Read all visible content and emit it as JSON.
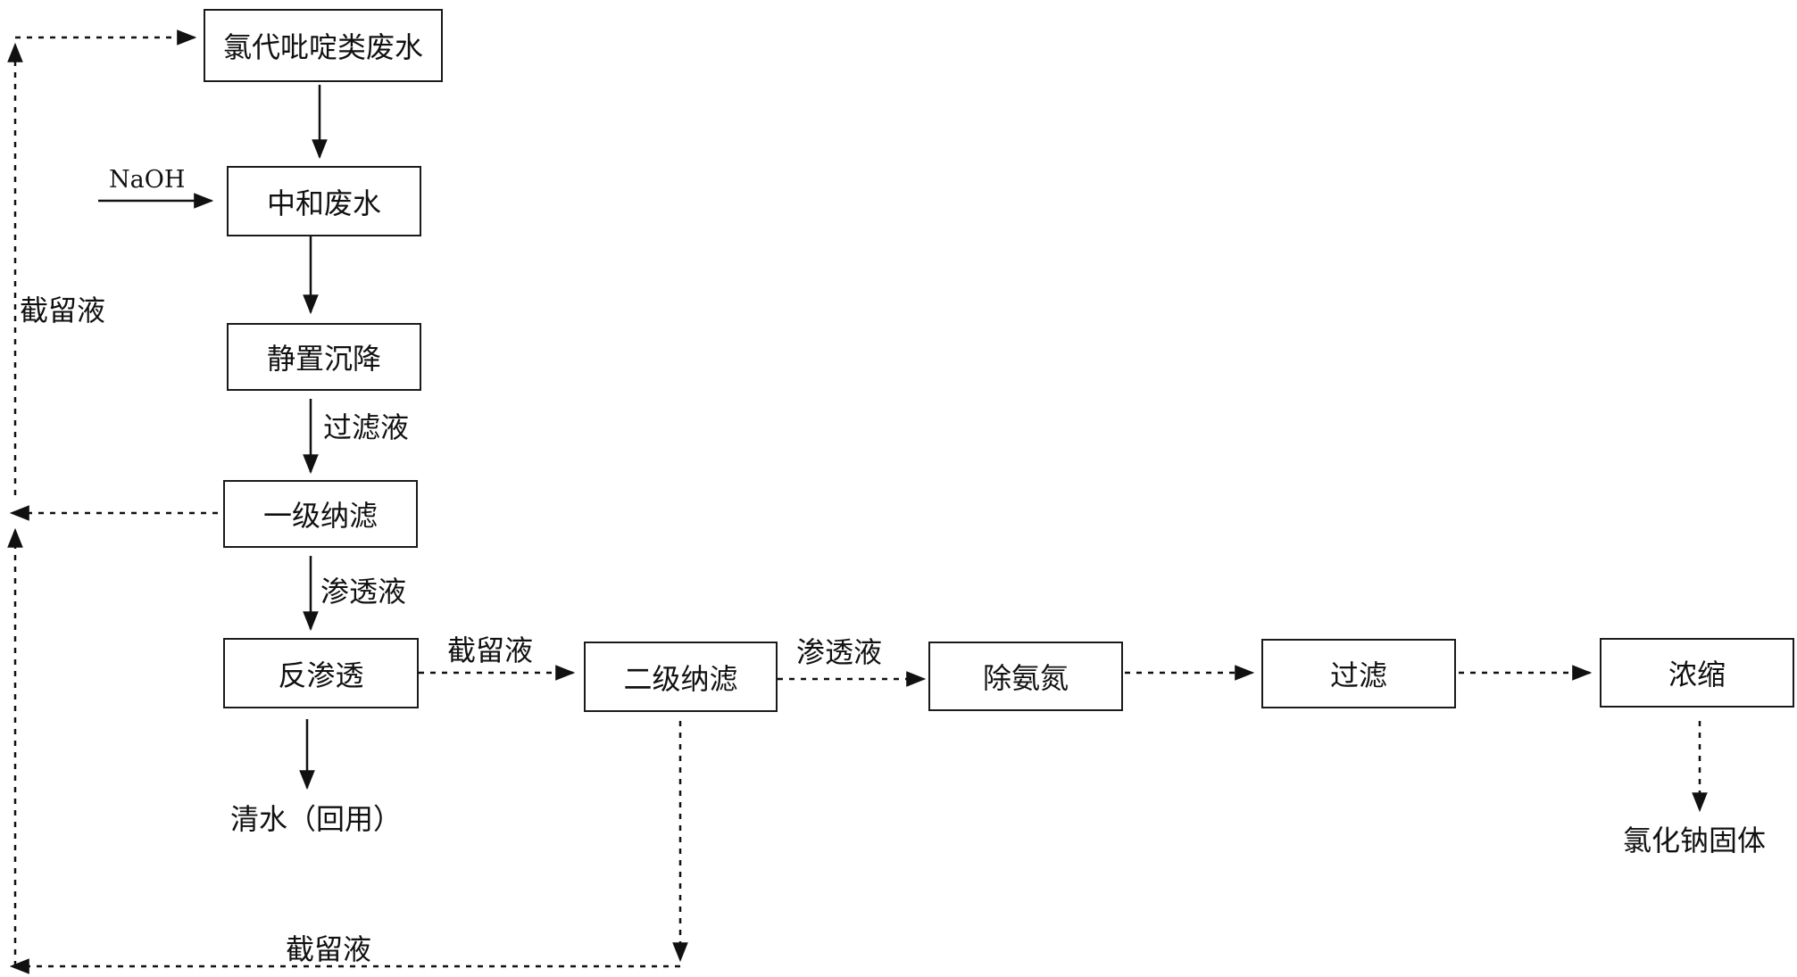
{
  "boxes": {
    "wastewater": "氯代吡啶类废水",
    "neutralize": "中和废水",
    "settle": "静置沉降",
    "nf1": "一级纳滤",
    "ro": "反渗透",
    "nf2": "二级纳滤",
    "deammonia": "除氨氮",
    "filter": "过滤",
    "concentrate": "浓缩"
  },
  "labels": {
    "naoh": "NaOH",
    "retentate_left": "截留液",
    "filtrate": "过滤液",
    "permeate_nf1": "渗透液",
    "retentate_ro": "截留液",
    "permeate_nf2": "渗透液",
    "clean_water": "清水（回用）",
    "nacl_solid": "氯化钠固体",
    "retentate_bottom": "截留液"
  }
}
